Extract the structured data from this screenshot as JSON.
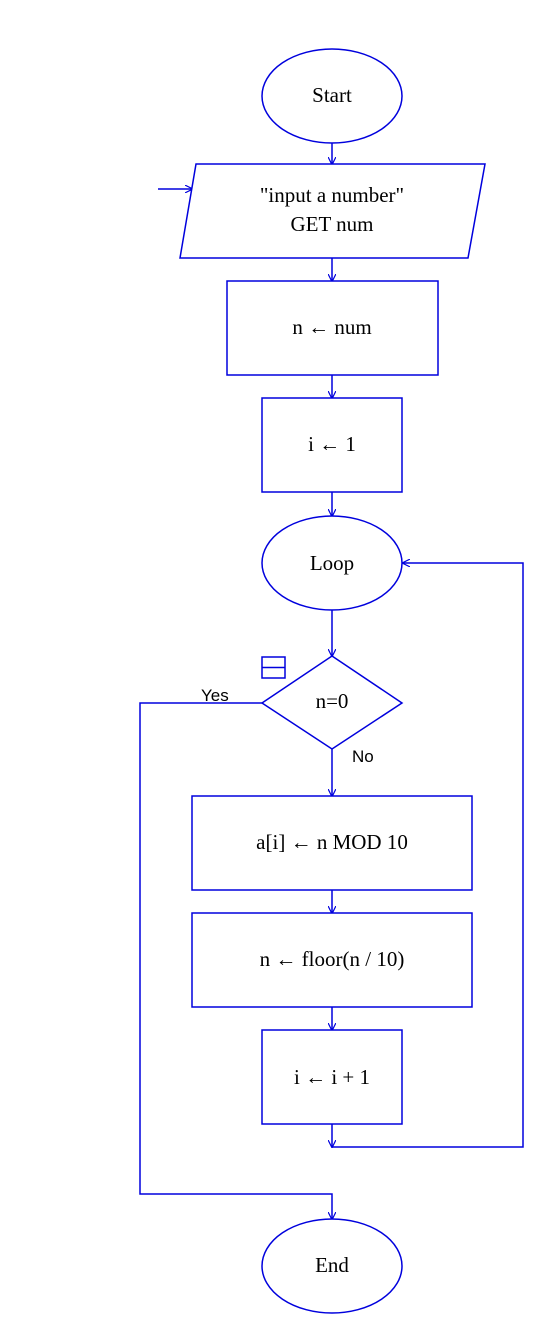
{
  "nodes": {
    "start": "Start",
    "input_line1": "\"input a number\"",
    "input_line2": "GET num",
    "assign_n": "n ← num",
    "assign_i": "i ← 1",
    "loop": "Loop",
    "decision": "n=0",
    "mod_step": "a[i] ← n MOD 10",
    "floor_step": "n ← floor(n / 10)",
    "increment": "i ← i + 1",
    "end": "End"
  },
  "branches": {
    "yes": "Yes",
    "no": "No"
  },
  "colors": {
    "stroke": "#0000dd",
    "text": "#000000",
    "background": "#ffffff"
  }
}
